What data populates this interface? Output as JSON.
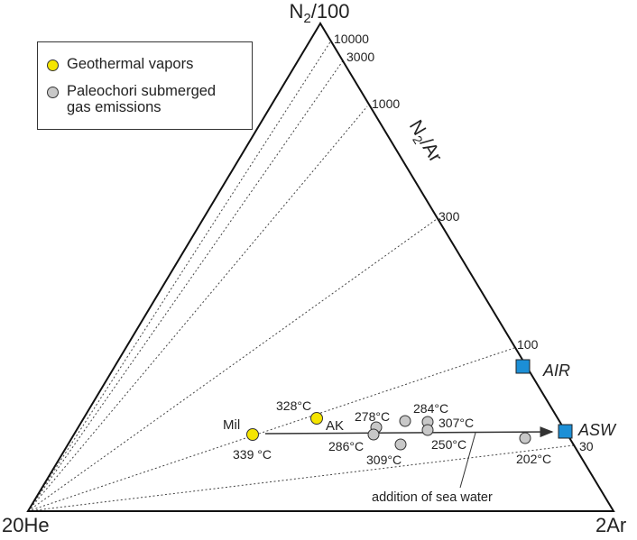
{
  "apices": {
    "top": "N2/100",
    "left": "20He",
    "right": "2Ar"
  },
  "n2ar_axis": {
    "label": "N2/Ar",
    "ticks": [
      "10000",
      "3000",
      "1000",
      "300",
      "100",
      "30"
    ]
  },
  "legend": {
    "items": [
      {
        "label": "Geothermal vapors",
        "color": "#f5e500"
      },
      {
        "label": "Paleochori submerged\ngas emissions",
        "color": "#c8c8c8"
      }
    ]
  },
  "endmembers": [
    {
      "label": "AIR",
      "color": "#1c8fd6"
    },
    {
      "label": "ASW",
      "color": "#1c8fd6"
    }
  ],
  "samples": {
    "geothermal": [
      {
        "name": "Mil",
        "temp": "339 °C"
      },
      {
        "name": "AK",
        "temp": "328°C"
      }
    ],
    "paleochori_temps": [
      "278°C",
      "284°C",
      "307°C",
      "286°C",
      "250°C",
      "309°C",
      "202°C"
    ]
  },
  "annotation": "addition of sea water"
}
